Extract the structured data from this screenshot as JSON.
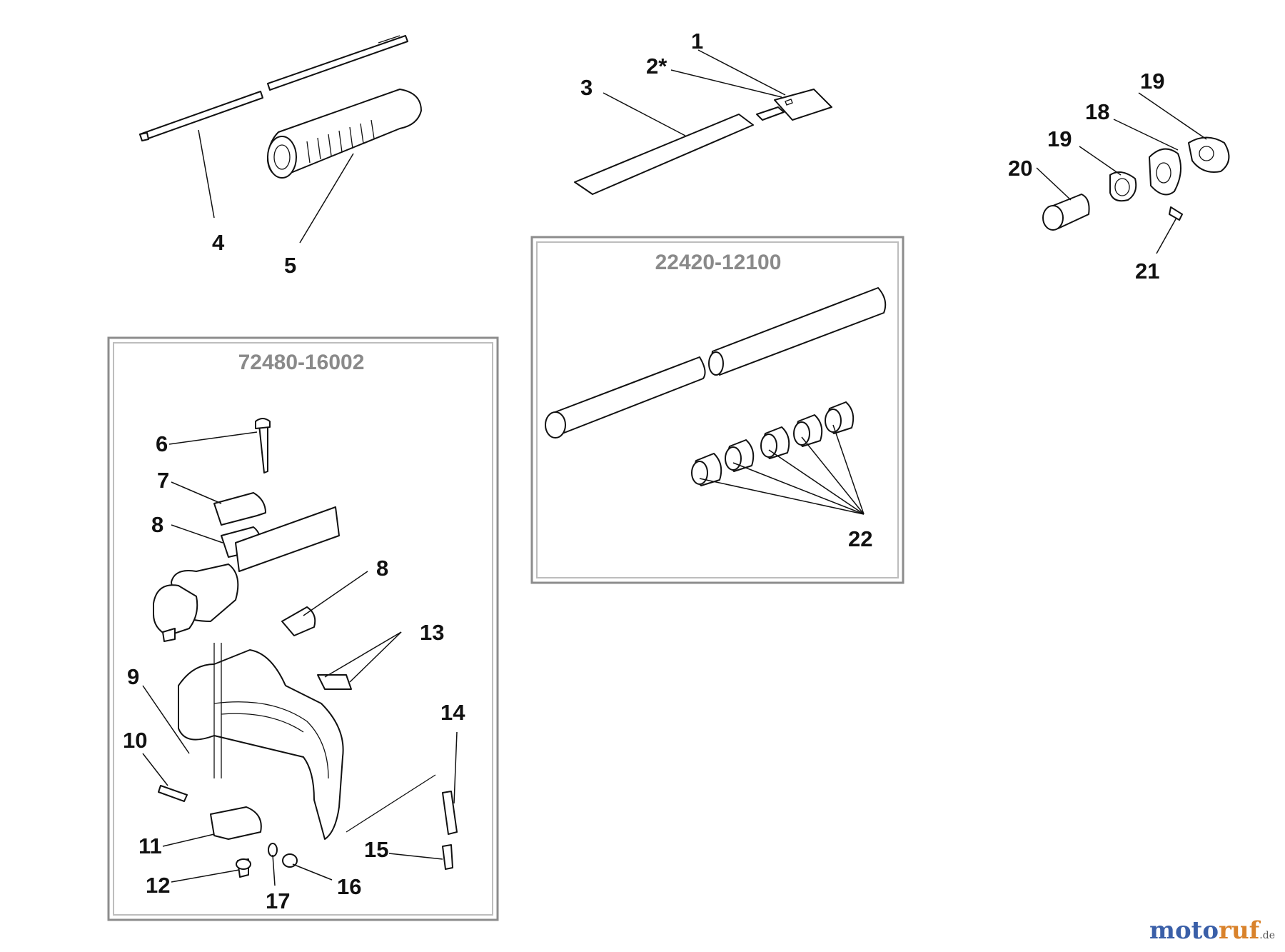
{
  "callouts": {
    "c1": "1",
    "c2": "2*",
    "c3": "3",
    "c4": "4",
    "c5": "5",
    "c6": "6",
    "c7": "7",
    "c8a": "8",
    "c8b": "8",
    "c9": "9",
    "c10": "10",
    "c11": "11",
    "c12": "12",
    "c13": "13",
    "c14": "14",
    "c15": "15",
    "c16": "16",
    "c17": "17",
    "c18": "18",
    "c19a": "19",
    "c19b": "19",
    "c20": "20",
    "c21": "21",
    "c22": "22"
  },
  "kits": {
    "shaft_kit": "22420-12100",
    "guard_kit": "72480-16002"
  },
  "watermark": {
    "part1": "moto",
    "part2": "ruf",
    "part3": ".de"
  },
  "colors": {
    "line": "#111111",
    "kit_border": "#8c8c8c",
    "kit_label": "#8a8a8a",
    "watermark_blue": "#3a5fa8",
    "watermark_orange": "#d9822b"
  }
}
